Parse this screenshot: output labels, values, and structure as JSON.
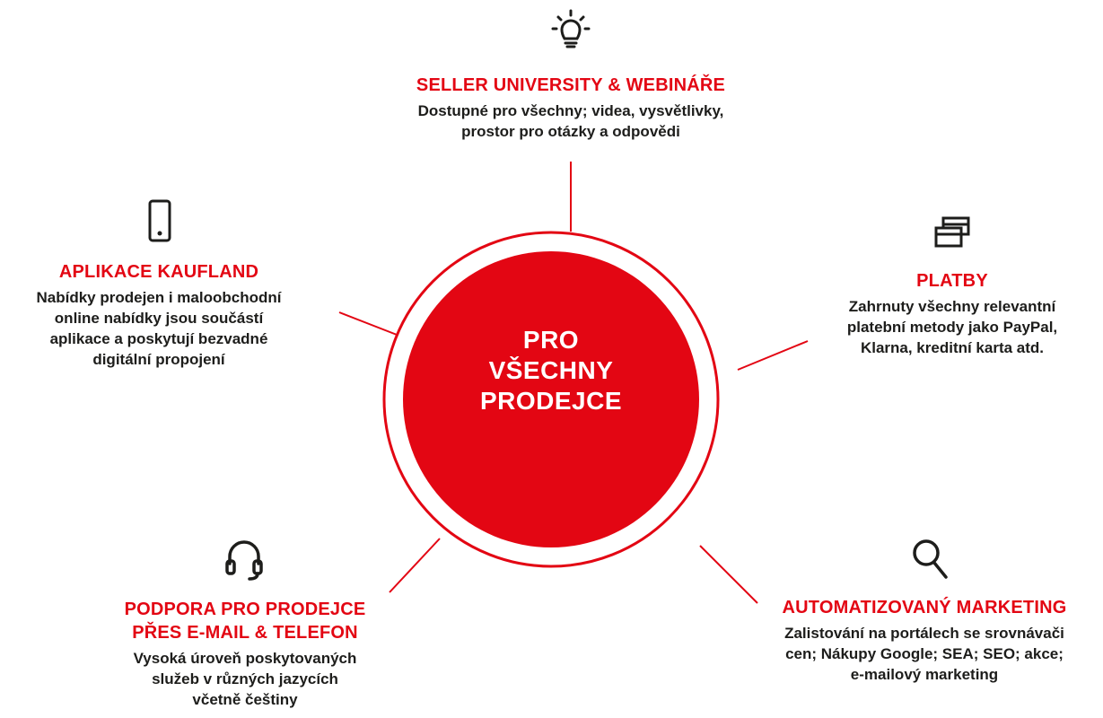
{
  "center": {
    "label": "PRO VŠECHNY\nPRODEJCE"
  },
  "colors": {
    "accent": "#e30613",
    "text": "#1d1d1b",
    "background": "#ffffff"
  },
  "nodes": [
    {
      "id": "seller-university",
      "icon": "lightbulb-icon",
      "title": "SELLER UNIVERSITY & WEBINÁŘE",
      "description": "Dostupné pro všechny; videa, vysvětlivky,\nprostor pro otázky a odpovědi"
    },
    {
      "id": "aplikace-kaufland",
      "icon": "smartphone-icon",
      "title": "APLIKACE KAUFLAND",
      "description": "Nabídky prodejen i maloobchodní\nonline nabídky jsou součástí\naplikace a poskytují bezvadné\ndigitální propojení"
    },
    {
      "id": "platby",
      "icon": "credit-cards-icon",
      "title": "PLATBY",
      "description": "Zahrnuty všechny relevantní\nplatební metody jako PayPal,\nKlarna, kreditní karta atd."
    },
    {
      "id": "podpora",
      "icon": "headset-icon",
      "title": "PODPORA PRO PRODEJCE\nPŘES E-MAIL & TELEFON",
      "description": "Vysoká úroveň poskytovaných\nslužeb v různých jazycích\nvčetně češtiny"
    },
    {
      "id": "marketing",
      "icon": "magnifier-icon",
      "title": "AUTOMATIZOVANÝ MARKETING",
      "description": "Zalistování na portálech se srovnávači\ncen; Nákupy Google; SEA; SEO; akce;\ne-mailový marketing"
    }
  ]
}
